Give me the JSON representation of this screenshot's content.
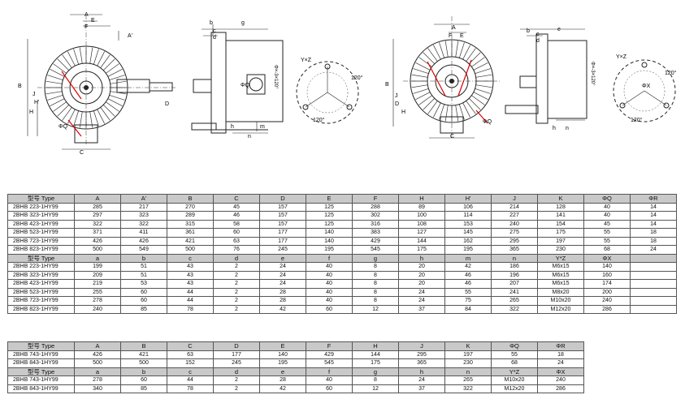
{
  "drawing_labels": {
    "v1": [
      "A",
      "E",
      "F",
      "A'",
      "B",
      "J",
      "C",
      "H",
      "H'",
      "D",
      "ΦQ"
    ],
    "v2": [
      "b",
      "g",
      "c",
      "d",
      "Φ×-3×120°",
      "ΦQ",
      "m",
      "h",
      "n"
    ],
    "v3": [
      "Y×Z",
      "120°",
      "120°"
    ],
    "v4": [
      "A",
      "F",
      "E",
      "B",
      "J",
      "C",
      "D",
      "H",
      "ΦQ"
    ],
    "v5": [
      "b",
      "c",
      "d",
      "e",
      "Φ×-3×120°",
      "h",
      "n"
    ],
    "v6": [
      "Y×Z",
      "120°",
      "ΦX",
      "120°"
    ]
  },
  "table1": {
    "header1": [
      "型号 Type",
      "A",
      "A'",
      "B",
      "C",
      "D",
      "E",
      "F",
      "H",
      "H'",
      "J",
      "K",
      "ΦQ",
      "ΦR"
    ],
    "rows1": [
      [
        "2BHB 223-1HY99",
        "285",
        "217",
        "270",
        "45",
        "157",
        "125",
        "288",
        "89",
        "106",
        "214",
        "128",
        "40",
        "14"
      ],
      [
        "2BHB 323-1HY99",
        "297",
        "323",
        "289",
        "46",
        "157",
        "125",
        "302",
        "100",
        "114",
        "227",
        "141",
        "40",
        "14"
      ],
      [
        "2BHB 423-1HY99",
        "322",
        "322",
        "315",
        "58",
        "157",
        "125",
        "316",
        "108",
        "153",
        "240",
        "154",
        "45",
        "14"
      ],
      [
        "2BHB 523-1HY99",
        "371",
        "411",
        "361",
        "60",
        "177",
        "140",
        "383",
        "127",
        "145",
        "275",
        "175",
        "55",
        "18"
      ],
      [
        "2BHB 723-1HY99",
        "426",
        "426",
        "421",
        "63",
        "177",
        "140",
        "429",
        "144",
        "162",
        "295",
        "197",
        "55",
        "18"
      ],
      [
        "2BHB 823-1HY99",
        "500",
        "549",
        "500",
        "76",
        "245",
        "195",
        "545",
        "175",
        "195",
        "365",
        "230",
        "68",
        "24"
      ]
    ],
    "header2": [
      "型号 Type",
      "a",
      "b",
      "c",
      "d",
      "e",
      "f",
      "g",
      "h",
      "m",
      "n",
      "Y*Z",
      "ΦX",
      ""
    ],
    "rows2": [
      [
        "2BHB 223-1HY99",
        "199",
        "51",
        "43",
        "2",
        "24",
        "40",
        "8",
        "20",
        "42",
        "186",
        "M6x15",
        "140",
        ""
      ],
      [
        "2BHB 323-1HY99",
        "209",
        "51",
        "43",
        "2",
        "24",
        "40",
        "8",
        "20",
        "46",
        "196",
        "M6x15",
        "160",
        ""
      ],
      [
        "2BHB 423-1HY99",
        "219",
        "53",
        "43",
        "2",
        "24",
        "40",
        "8",
        "20",
        "46",
        "207",
        "M6x15",
        "174",
        ""
      ],
      [
        "2BHB 523-1HY99",
        "255",
        "60",
        "44",
        "2",
        "28",
        "40",
        "8",
        "24",
        "55",
        "241",
        "M8x20",
        "200",
        ""
      ],
      [
        "2BHB 723-1HY99",
        "278",
        "60",
        "44",
        "2",
        "28",
        "40",
        "8",
        "24",
        "75",
        "265",
        "M10x20",
        "240",
        ""
      ],
      [
        "2BHB 823-1HY99",
        "240",
        "85",
        "78",
        "2",
        "42",
        "60",
        "12",
        "37",
        "84",
        "322",
        "M12x20",
        "286",
        ""
      ]
    ]
  },
  "table2": {
    "header1": [
      "型号 Type",
      "A",
      "B",
      "C",
      "D",
      "E",
      "F",
      "H",
      "J",
      "K",
      "ΦQ",
      "ΦR"
    ],
    "rows1": [
      [
        "2BHB 743-1HY99",
        "426",
        "421",
        "63",
        "177",
        "140",
        "429",
        "144",
        "295",
        "197",
        "55",
        "18"
      ],
      [
        "2BHB 843-1HY99",
        "500",
        "500",
        "152",
        "245",
        "195",
        "545",
        "175",
        "365",
        "230",
        "68",
        "24"
      ]
    ],
    "header2": [
      "型号 Type",
      "a",
      "b",
      "c",
      "d",
      "e",
      "f",
      "g",
      "h",
      "n",
      "Y*Z",
      "ΦX"
    ],
    "rows2": [
      [
        "2BHB 743-1HY99",
        "278",
        "60",
        "44",
        "2",
        "28",
        "40",
        "8",
        "24",
        "265",
        "M10x20",
        "240"
      ],
      [
        "2BHB 843-1HY99",
        "340",
        "85",
        "78",
        "2",
        "42",
        "60",
        "12",
        "37",
        "322",
        "M12x20",
        "286"
      ]
    ]
  }
}
